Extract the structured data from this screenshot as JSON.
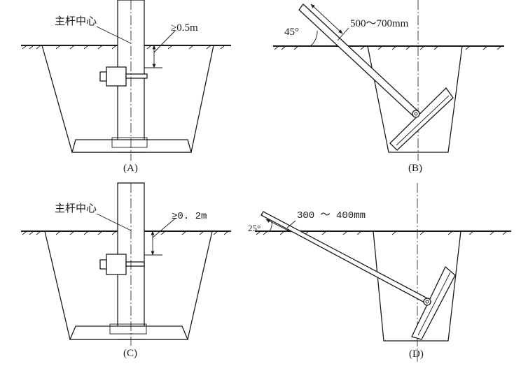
{
  "labels": {
    "center_a": "主杆中心",
    "center_c": "主杆中心",
    "depth_a": "≥0.5m",
    "depth_c": "≥0. 2m",
    "angle_b": "45°",
    "length_b": "500～700mm",
    "angle_d": "25°",
    "length_d": "300 ～ 400mm",
    "caption_a": "(A)",
    "caption_b": "(B)",
    "caption_c": "(C)",
    "caption_d": "(D)"
  }
}
